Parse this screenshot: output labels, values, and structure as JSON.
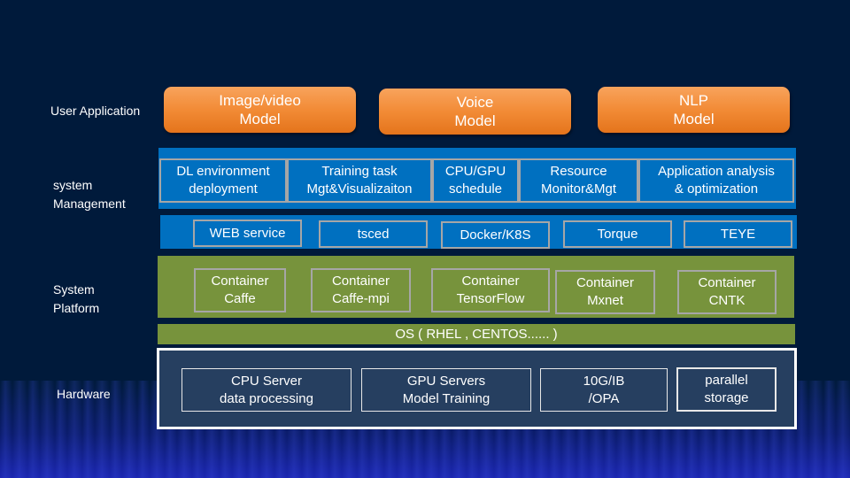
{
  "colors": {
    "background": "#001a3b",
    "user_app": "#f28b36",
    "system_management": "#0070c0",
    "system_platform": "#77933c",
    "hardware": "#263f60"
  },
  "layers": {
    "user_application": {
      "label": "User Application",
      "items": [
        "Image/video\nModel",
        "Voice\nModel",
        "NLP\nModel"
      ]
    },
    "system_management": {
      "label": "system\nManagement",
      "top_items": [
        "DL environment\ndeployment",
        "Training task\nMgt&Visualizaiton",
        "CPU/GPU\nschedule",
        "Resource\nMonitor&Mgt",
        "Application analysis\n& optimization"
      ],
      "bottom_items": [
        "WEB service",
        "tsced",
        "Docker/K8S",
        "Torque",
        "TEYE"
      ]
    },
    "system_platform": {
      "label": "System\nPlatform",
      "items": [
        "Container\nCaffe",
        "Container\nCaffe-mpi",
        "Container\nTensorFlow",
        "Container\nMxnet",
        "Container\nCNTK"
      ],
      "os": "OS ( RHEL , CENTOS...... )"
    },
    "hardware": {
      "label": "Hardware",
      "items": [
        "CPU Server\ndata processing",
        "GPU Servers\nModel Training",
        "10G/IB\n/OPA",
        "parallel\nstorage"
      ]
    }
  }
}
